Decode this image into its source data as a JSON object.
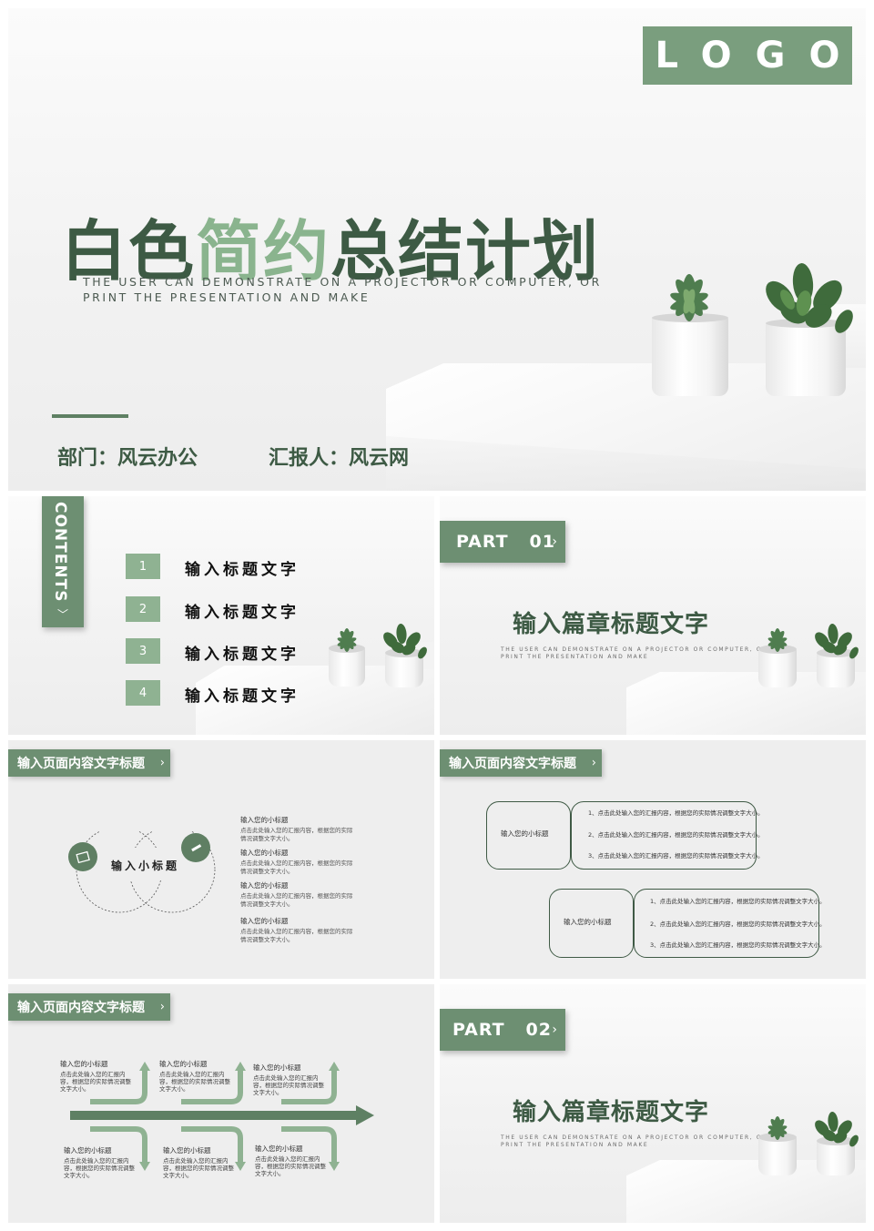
{
  "cover": {
    "logo": "LOGO",
    "title_a": "白色",
    "title_b": "简约",
    "title_c": "总结计划",
    "subtitle_line1": "THE USER CAN DEMONSTRATE ON A PROJECTOR OR COMPUTER, OR",
    "subtitle_line2": "PRINT THE PRESENTATION AND MAKE",
    "department": "部门：风云办公",
    "reporter": "汇报人：风云网"
  },
  "contents": {
    "tab": "CONTENTS",
    "items": [
      {
        "num": "1",
        "label": "输入标题文字"
      },
      {
        "num": "2",
        "label": "输入标题文字"
      },
      {
        "num": "3",
        "label": "输入标题文字"
      },
      {
        "num": "4",
        "label": "输入标题文字"
      }
    ]
  },
  "part1": {
    "tag": "PART   01",
    "title": "输入篇章标题文字",
    "sub_line1": "THE USER CAN DEMONSTRATE ON A PROJECTOR OR COMPUTER, OR",
    "sub_line2": "PRINT THE PRESENTATION AND MAKE"
  },
  "part2": {
    "tag": "PART   02",
    "title": "输入篇章标题文字",
    "sub_line1": "THE USER CAN DEMONSTRATE ON A PROJECTOR OR COMPUTER, OR",
    "sub_line2": "PRINT THE PRESENTATION AND MAKE"
  },
  "slide3": {
    "header": "输入页面内容文字标题",
    "center_label": "输入小标题",
    "items": [
      {
        "title": "输入您的小标题",
        "body": "点击此处输入您的汇报内容，根据您的实际情况调整文字大小。"
      },
      {
        "title": "输入您的小标题",
        "body": "点击此处输入您的汇报内容，根据您的实际情况调整文字大小。"
      },
      {
        "title": "输入您的小标题",
        "body": "点击此处输入您的汇报内容，根据您的实际情况调整文字大小。"
      },
      {
        "title": "输入您的小标题",
        "body": "点击此处输入您的汇报内容，根据您的实际情况调整文字大小。"
      }
    ]
  },
  "slide4": {
    "header": "输入页面内容文字标题",
    "groups": [
      {
        "label": "输入您的小标题",
        "items": [
          "1、点击此处输入您的汇报内容，根据您的实际情况调整文字大小。",
          "2、点击此处输入您的汇报内容，根据您的实际情况调整文字大小。",
          "3、点击此处输入您的汇报内容，根据您的实际情况调整文字大小。"
        ]
      },
      {
        "label": "输入您的小标题",
        "items": [
          "1、点击此处输入您的汇报内容，根据您的实际情况调整文字大小。",
          "2、点击此处输入您的汇报内容，根据您的实际情况调整文字大小。",
          "3、点击此处输入您的汇报内容，根据您的实际情况调整文字大小。"
        ]
      }
    ]
  },
  "slide5": {
    "header": "输入页面内容文字标题",
    "top": [
      {
        "title": "输入您的小标题",
        "body": "点击此处输入您的汇报内容，根据您的实际情况调整文字大小。"
      },
      {
        "title": "输入您的小标题",
        "body": "点击此处输入您的汇报内容，根据您的实际情况调整文字大小。"
      },
      {
        "title": "输入您的小标题",
        "body": "点击此处输入您的汇报内容，根据您的实际情况调整文字大小。"
      }
    ],
    "bottom": [
      {
        "title": "输入您的小标题",
        "body": "点击此处输入您的汇报内容，根据您的实际情况调整文字大小。"
      },
      {
        "title": "输入您的小标题",
        "body": "点击此处输入您的汇报内容，根据您的实际情况调整文字大小。"
      },
      {
        "title": "输入您的小标题",
        "body": "点击此处输入您的汇报内容，根据您的实际情况调整文字大小。"
      }
    ]
  },
  "colors": {
    "accent": "#6d8f72",
    "accent_light": "#8fb292",
    "dark_green": "#3d5a44"
  }
}
